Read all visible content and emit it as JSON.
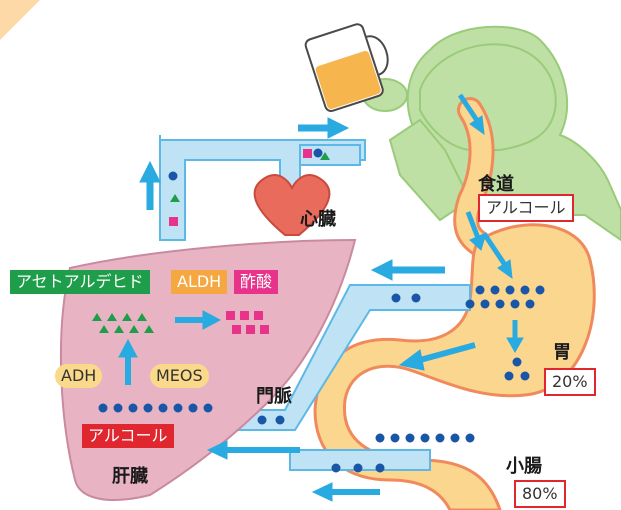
{
  "labels": {
    "esophagus": "食道",
    "heart": "心臓",
    "stomach": "胃",
    "small_intestine": "小腸",
    "portal_vein": "門脈",
    "liver": "肝臓"
  },
  "boxes": {
    "esophagus_alcohol": "アルコール",
    "acetaldehyde": "アセトアルデヒド",
    "aldh": "ALDH",
    "acetic_acid": "酢酸",
    "adh": "ADH",
    "meos": "MEOS",
    "liver_alcohol": "アルコール",
    "stomach_pct": "20%",
    "intestine_pct": "80%"
  },
  "colors": {
    "acetaldehyde": "#1e9e4a",
    "acetic_acid": "#e8338a",
    "aldh": "#f5a742",
    "enzyme_bg": "#fbd98a",
    "alcohol_red": "#e0262e",
    "molecule_blue": "#1a56a8",
    "arrow_blue": "#29aae1",
    "vessel_blue": "#bfe3f5",
    "liver_pink": "#e8b4c4",
    "body_green": "#bfe0a4",
    "organ_yellow": "#fbd68e",
    "heart": "#e96b5c"
  }
}
